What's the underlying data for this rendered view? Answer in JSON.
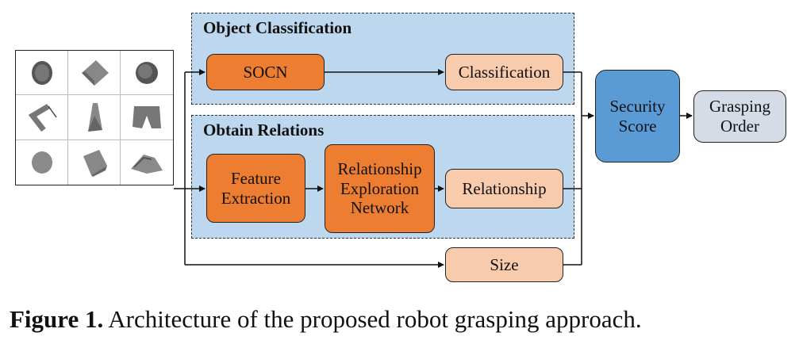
{
  "panels": {
    "classification": {
      "title": "Object Classification"
    },
    "relations": {
      "title": "Obtain Relations"
    }
  },
  "boxes": {
    "socn": "SOCN",
    "classification": "Classification",
    "feature_extraction": [
      "Feature",
      "Extraction"
    ],
    "ren": [
      "Relationship",
      "Exploration",
      "Network"
    ],
    "relationship": "Relationship",
    "size": "Size",
    "security_score": [
      "Security",
      "Score"
    ],
    "grasping_order": [
      "Grasping",
      "Order"
    ]
  },
  "objects": [
    "sphere-object-icon",
    "cube-object-icon",
    "sphere-object-icon",
    "bracket-object-icon",
    "bottle-object-icon",
    "shorts-object-icon",
    "ball-object-icon",
    "box-object-icon",
    "cloth-object-icon"
  ],
  "colors": {
    "panel": "#bdd7ee",
    "dark_orange": "#ed7d31",
    "light_orange": "#f8cbad",
    "blue": "#5b9bd5",
    "gray": "#d6dce5"
  },
  "caption": {
    "label": "Figure 1.",
    "text": " Architecture of the proposed robot grasping approach."
  }
}
